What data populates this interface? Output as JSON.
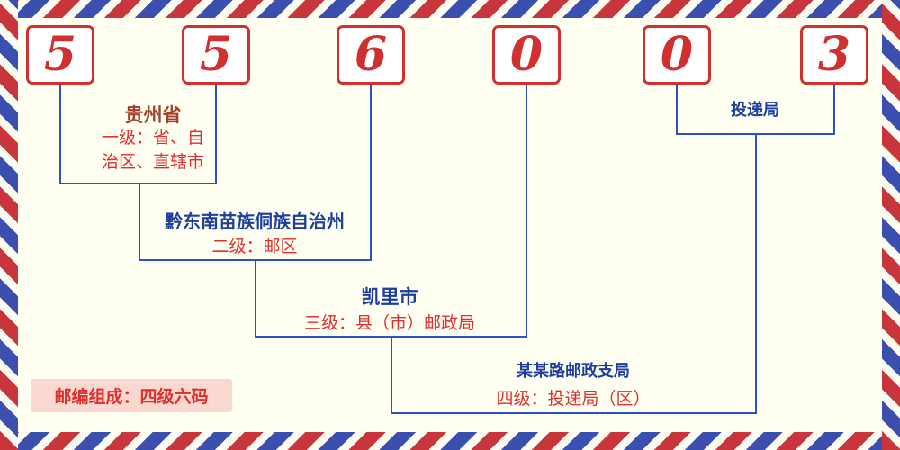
{
  "postal_code": {
    "digits": [
      "5",
      "5",
      "6",
      "0",
      "0",
      "3"
    ]
  },
  "level1": {
    "name": "贵州省",
    "desc_line1": "一级：省、自",
    "desc_line2": "治区、直辖市"
  },
  "level2": {
    "name": "黔东南苗族侗族自治州",
    "desc": "二级：邮区"
  },
  "level3": {
    "name": "凯里市",
    "desc": "三级：县（市）邮政局"
  },
  "level4": {
    "name": "某某路邮政支局",
    "desc": "四级：投递局（区）"
  },
  "delivery": {
    "label": "投递局"
  },
  "footer": {
    "badge": "邮编组成：四级六码"
  },
  "colors": {
    "paper_bg": "#fffff2",
    "box_bg": "#ffffff",
    "digit_red": "#d03030",
    "line_blue": "#2d52c8",
    "name_blue": "#1d3e9c",
    "province_red": "#a3412a",
    "desc_red": "#e02f2f",
    "badge_bg": "#f8d8cf",
    "border_red": "#c8353b",
    "border_blue": "#3a4fae"
  }
}
